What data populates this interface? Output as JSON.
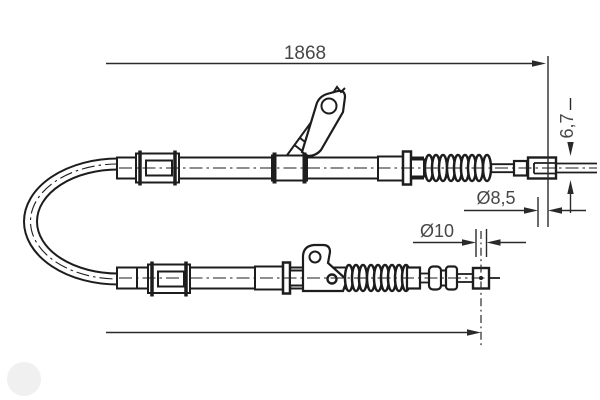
{
  "dimensions": {
    "overall_length": "1868",
    "end_height": "6,7",
    "end_diameter": "Ø8,5",
    "rod_diameter": "Ø10"
  },
  "colors": {
    "line": "#1d1d1d",
    "dimension_line": "#2a2a2a",
    "text": "#474747",
    "background": "#ffffff",
    "watermark": "#f0f0f0"
  }
}
